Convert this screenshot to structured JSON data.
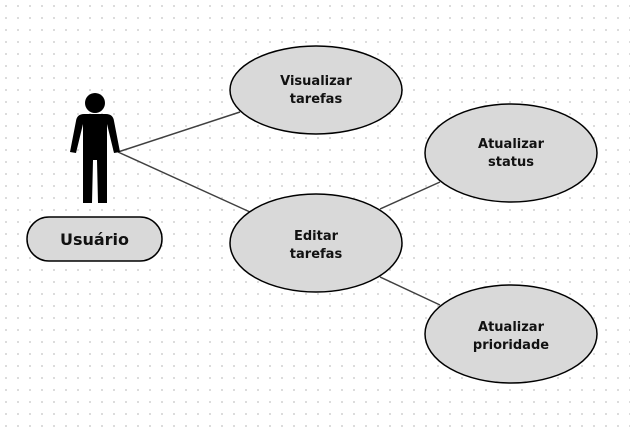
{
  "diagram": {
    "actor": {
      "name": "Usuário"
    },
    "use_cases": {
      "visualizar": {
        "line1": "Visualizar",
        "line2": "tarefas"
      },
      "editar": {
        "line1": "Editar",
        "line2": "tarefas"
      },
      "status": {
        "line1": "Atualizar",
        "line2": "status"
      },
      "prioridade": {
        "line1": "Atualizar",
        "line2": "prioridade"
      }
    },
    "colors": {
      "use_case_fill": "#d9d9d9",
      "stroke": "#000000",
      "connector": "#404040",
      "actor": "#000000",
      "background": "#ffffff",
      "grid_dots": "#d9d9d9"
    }
  }
}
